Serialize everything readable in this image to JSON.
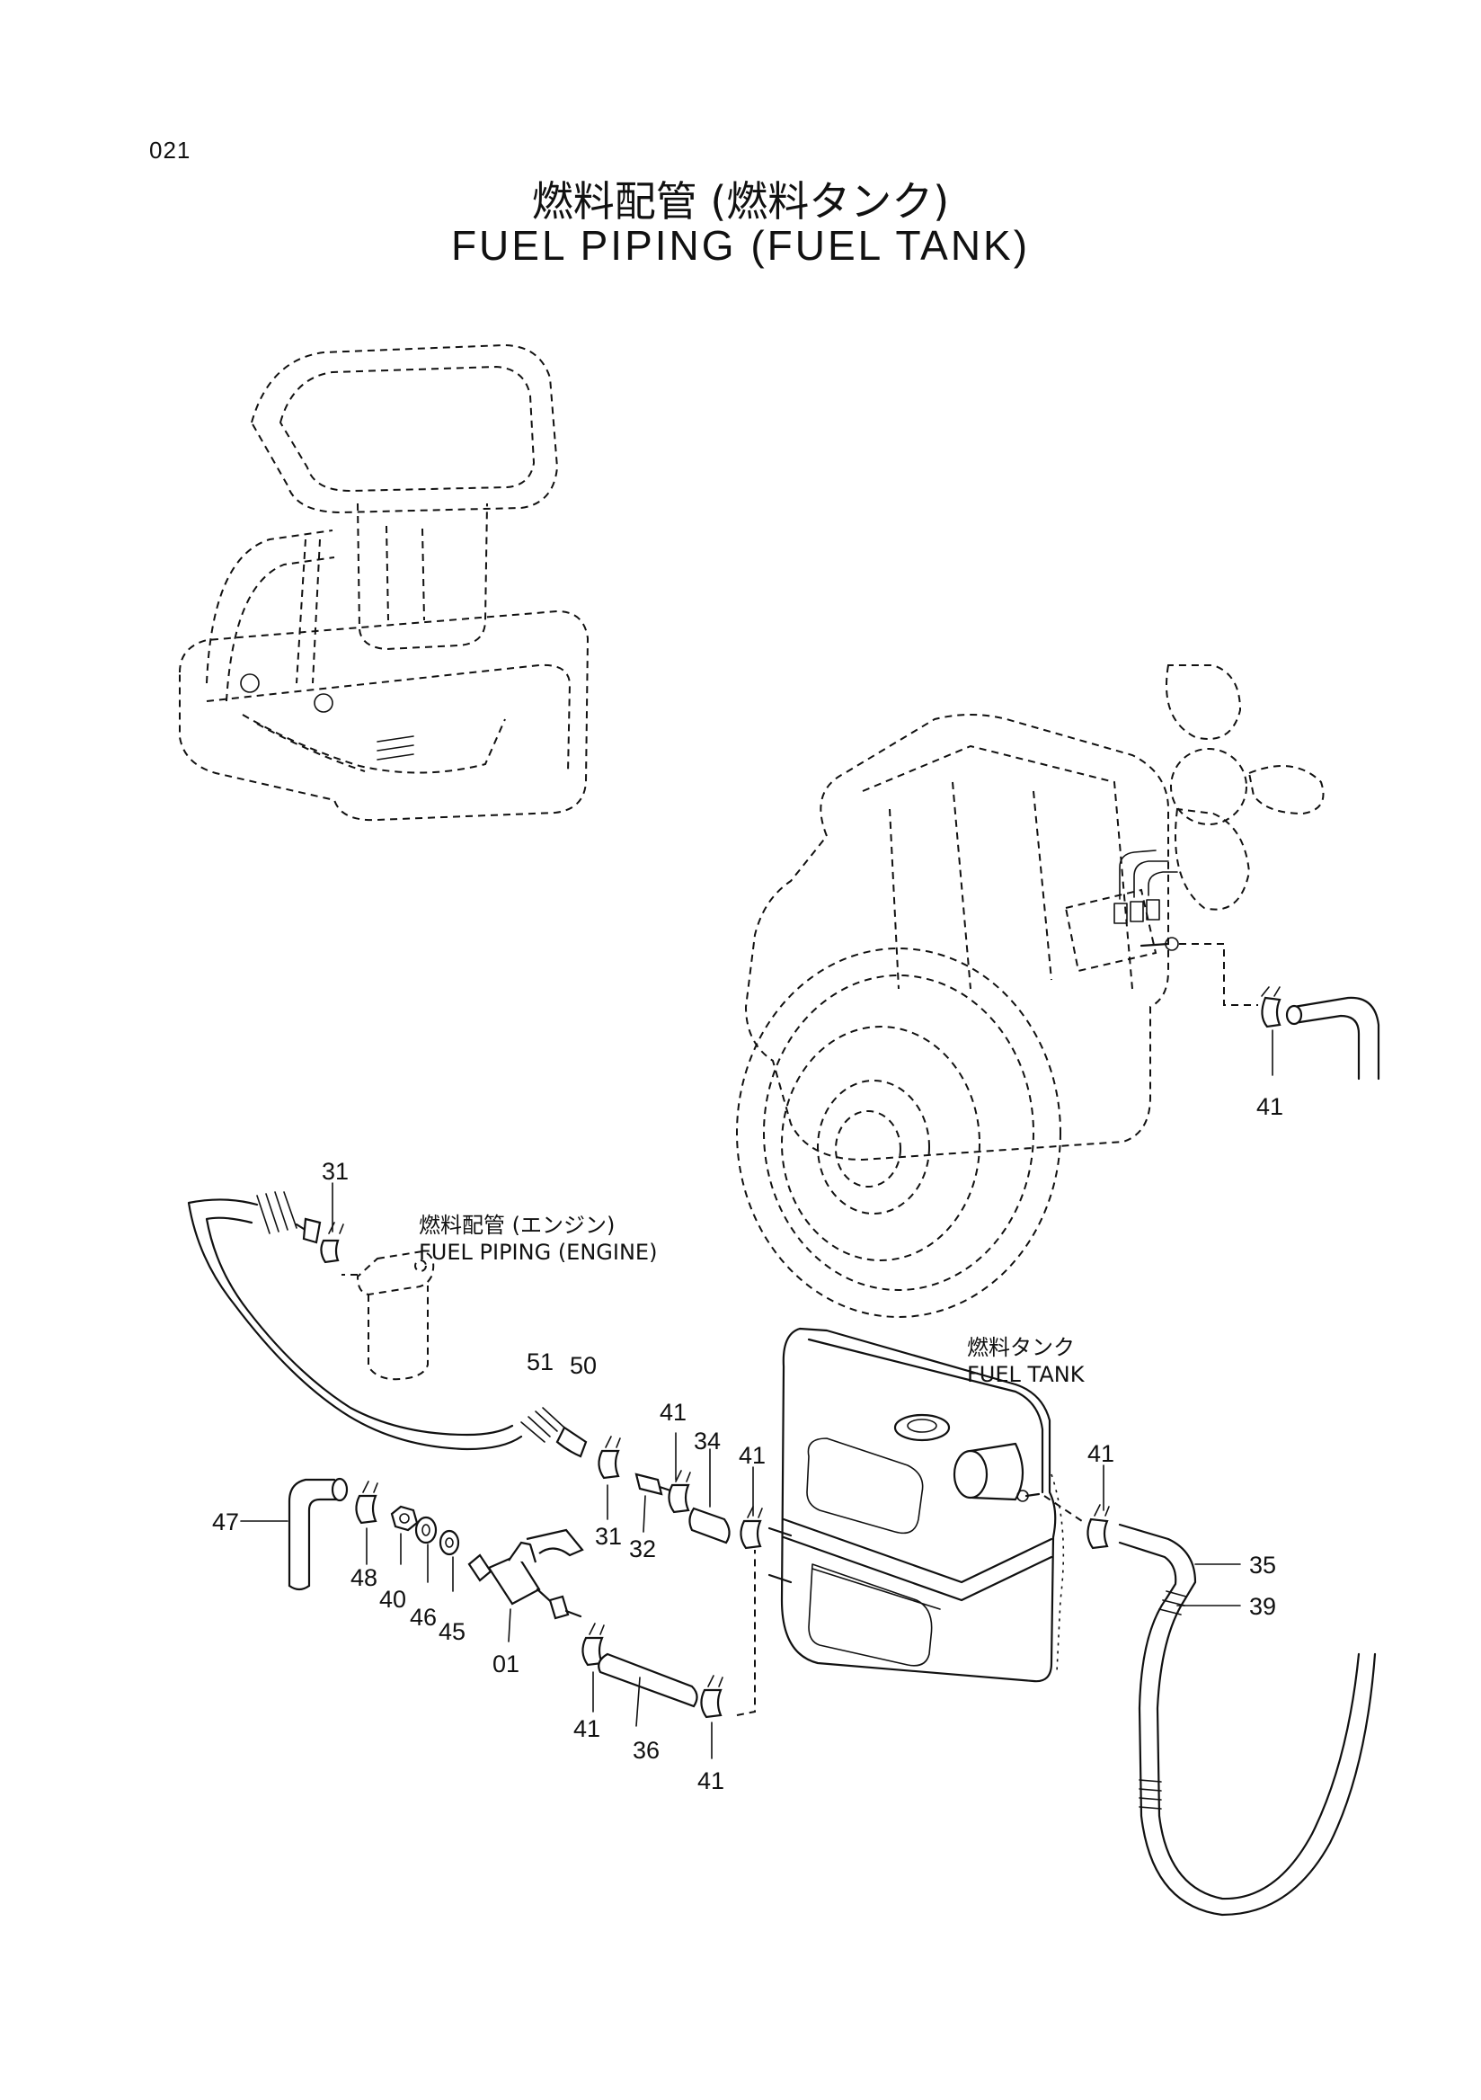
{
  "page_number": "021",
  "title_jp": "燃料配管 (燃料タンク)",
  "title_en": "FUEL  PIPING  (FUEL TANK)",
  "labels": {
    "engine_ref_jp": "燃料配管 (エンジン)",
    "engine_ref_en": "FUEL PIPING (ENGINE)",
    "tank_ref_jp": "燃料タンク",
    "tank_ref_en": "FUEL TANK"
  },
  "callouts": [
    "41",
    "31",
    "51",
    "50",
    "41",
    "34",
    "41",
    "31",
    "32",
    "47",
    "48",
    "40",
    "46",
    "45",
    "01",
    "41",
    "36",
    "41",
    "41",
    "35",
    "39"
  ],
  "drawing_icons": [
    "machine-overview-icon",
    "engine-icon",
    "fuel-tank-icon",
    "fuel-filter-icon",
    "fuel-cock-icon",
    "hose-icon",
    "hose-clamp-icon"
  ]
}
